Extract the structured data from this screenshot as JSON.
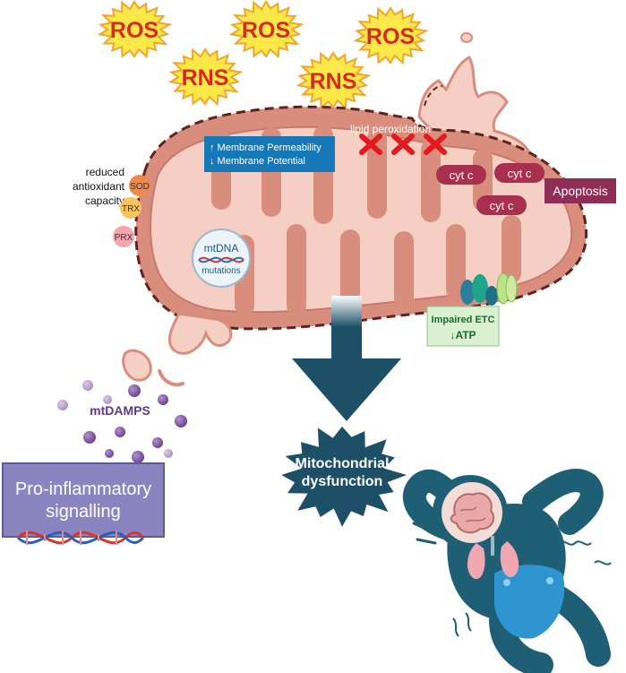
{
  "stressors": {
    "ros_label": "ROS",
    "rns_label": "RNS"
  },
  "mitochondrion": {
    "lipid_peroxidation": "lipid peroxidation",
    "membrane_box": {
      "line1": "↑ Membrane Permeability",
      "line2": "↓ Membrane Potential"
    },
    "antioxidant": {
      "line1": "reduced",
      "line2": "antioxidant",
      "line3": "capacity",
      "enzymes": [
        "SOD",
        "TRX",
        "PRX"
      ]
    },
    "mtdna": {
      "line1": "mtDNA",
      "line2": "mutations"
    },
    "cytc_label": "cyt c",
    "etc_box": {
      "line1": "Impaired ETC",
      "line2": "↓ATP"
    }
  },
  "apoptosis_label": "Apoptosis",
  "mtdamps_label": "mtDAMPS",
  "inflammation": {
    "line1": "Pro-inflammatory",
    "line2": "signalling"
  },
  "dysfunction": {
    "line1": "Mitochondrial",
    "line2": "dysfunction"
  },
  "colors": {
    "star_fill": "#fde84a",
    "star_stroke": "#f3a52a",
    "star_text": "#d62a1e",
    "mito_outer": "#d98e7d",
    "mito_inner": "#f5cfc3",
    "mito_dash": "#5e2320",
    "cytc": "#a8304e",
    "apoptosis": "#8e2d55",
    "membrane_box": "#1778b8",
    "etc_box": "#d9f0d1",
    "inflammation_box": "#8a84c0",
    "arrow": "#1d4f66",
    "burst": "#1d4f66",
    "baby": "#1e5f75",
    "diaper": "#2f95d0",
    "damps": "#6a3f8c"
  }
}
